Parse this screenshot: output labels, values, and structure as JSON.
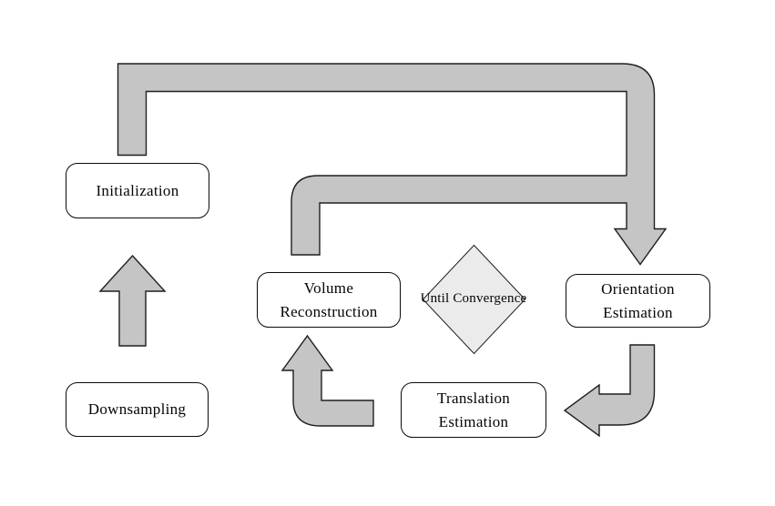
{
  "diagram": {
    "type": "flowchart",
    "nodes": {
      "initialization": {
        "label": "Initialization"
      },
      "downsampling": {
        "label": "Downsampling"
      },
      "volume_reconstruction": {
        "label": "Volume Reconstruction"
      },
      "until_convergence": {
        "label": "Until Convergence"
      },
      "orientation_estimation": {
        "label": "Orientation Estimation"
      },
      "translation_estimation": {
        "label": "Translation Estimation"
      }
    },
    "edges": [
      {
        "from": "downsampling",
        "to": "initialization",
        "shape": "block-arrow-up"
      },
      {
        "from": "initialization",
        "to": "orientation_estimation",
        "shape": "elbow-up-right-down"
      },
      {
        "from": "volume_reconstruction",
        "to": "orientation_estimation",
        "shape": "elbow-up-right-merge"
      },
      {
        "from": "orientation_estimation",
        "to": "translation_estimation",
        "shape": "elbow-down-left"
      },
      {
        "from": "translation_estimation",
        "to": "volume_reconstruction",
        "shape": "elbow-left-up"
      }
    ],
    "colors": {
      "background": "#ffffff",
      "arrow_fill": "#c5c5c5",
      "arrow_stroke": "#1f1f1f",
      "diamond_fill": "#ebebeb",
      "box_fill": "#ffffff",
      "box_border": "#0a0a0a",
      "text": "#050505"
    }
  }
}
